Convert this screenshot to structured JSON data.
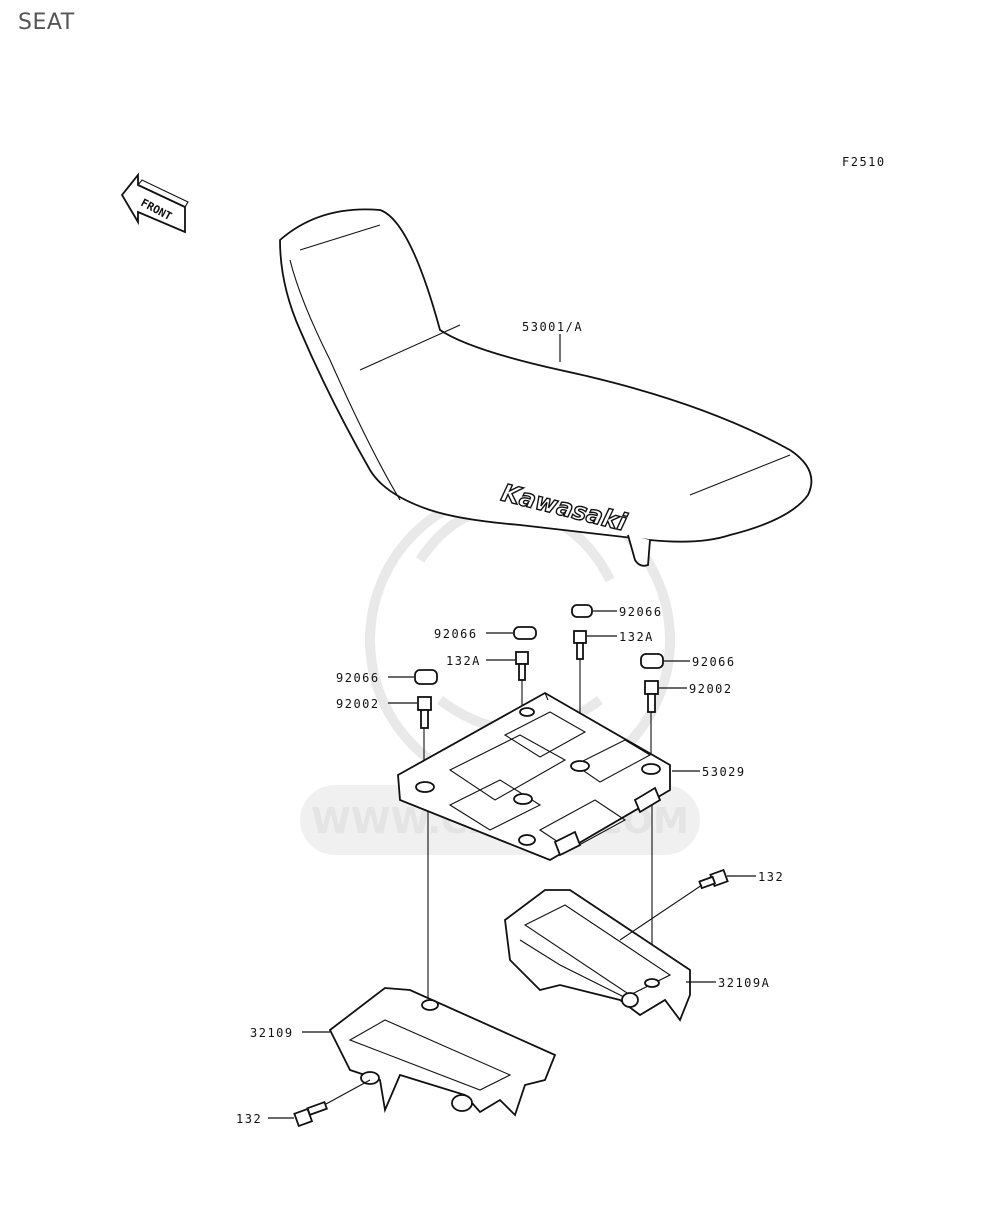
{
  "page": {
    "title": "SEAT"
  },
  "diagram": {
    "figure_code": "F2510",
    "front_arrow_label": "FRONT",
    "brand_text": "Kawasaki",
    "watermark": "WWW.CMSNL.COM",
    "labels": {
      "seat": "53001/A",
      "cap_top_right": "92066",
      "cap_mid_left": "92066",
      "bolt_132a_right": "132A",
      "bolt_132a_left": "132A",
      "cap_left": "92066",
      "cap_right": "92066",
      "bolt_92002_left": "92002",
      "bolt_92002_right": "92002",
      "base_plate": "53029",
      "bolt_132_right": "132",
      "bracket_right": "32109A",
      "bracket_left": "32109",
      "bolt_132_left": "132"
    }
  }
}
